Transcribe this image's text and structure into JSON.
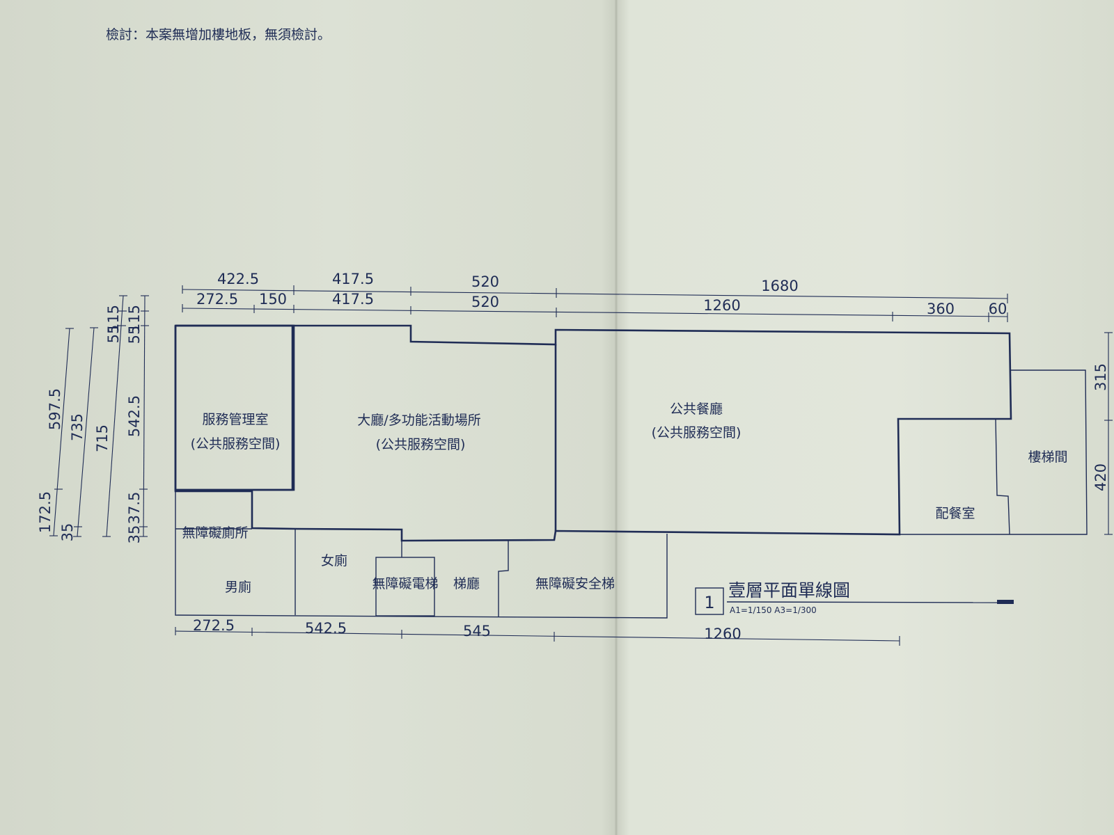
{
  "note": "檢討：本案無增加樓地板，無須檢討。",
  "rooms": {
    "service_office": "服務管理室",
    "public_service_space": "(公共服務空間)",
    "lobby": "大廳/多功能活動場所",
    "dining": "公共餐廳",
    "stairs": "樓梯間",
    "pantry": "配餐室",
    "accessible_toilet": "無障礙廁所",
    "womens_toilet": "女廁",
    "mens_toilet": "男廁",
    "accessible_elevator": "無障礙電梯",
    "elevator_hall": "梯廳",
    "accessible_safe": "無障礙安全梯"
  },
  "title": {
    "number": "1",
    "text": "壹層平面單線圖",
    "scale": "A1=1/150  A3=1/300"
  },
  "dimensions": {
    "top_outer": [
      "422.5",
      "417.5",
      "520",
      "1680"
    ],
    "top_inner": [
      "272.5",
      "150",
      "417.5",
      "520",
      "1260",
      "360",
      "60"
    ],
    "bottom": [
      "272.5",
      "542.5",
      "545",
      "1260"
    ],
    "left_outer": [
      "597.5",
      "172.5"
    ],
    "left_second": [
      "735",
      "35"
    ],
    "left_third": [
      "715"
    ],
    "left_fourth": [
      "115",
      "55",
      "542.5",
      "37.5",
      "35"
    ],
    "left_fifth": [
      "115",
      "55",
      "35"
    ],
    "right": [
      "315",
      "420"
    ]
  }
}
